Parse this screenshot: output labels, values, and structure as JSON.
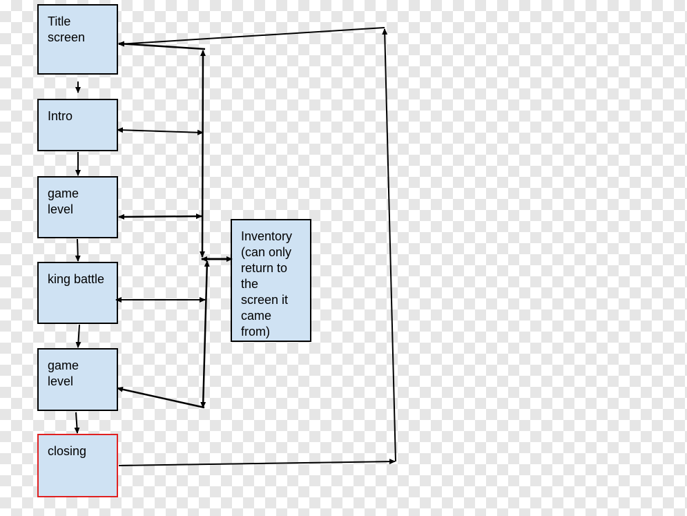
{
  "diagram": {
    "nodes": [
      {
        "id": "title",
        "label": "Title\nscreen"
      },
      {
        "id": "intro",
        "label": "Intro"
      },
      {
        "id": "level1",
        "label": "game\nlevel"
      },
      {
        "id": "king",
        "label": "king battle"
      },
      {
        "id": "level2",
        "label": "game\nlevel"
      },
      {
        "id": "closing",
        "label": "closing"
      },
      {
        "id": "inventory",
        "label": "Inventory\n(can only\nreturn to\nthe\nscreen it\ncame\nfrom)"
      }
    ],
    "edges": [
      {
        "from": "title",
        "to": "intro",
        "type": "directed"
      },
      {
        "from": "intro",
        "to": "level1",
        "type": "directed"
      },
      {
        "from": "level1",
        "to": "king",
        "type": "directed"
      },
      {
        "from": "king",
        "to": "level2",
        "type": "directed"
      },
      {
        "from": "level2",
        "to": "closing",
        "type": "directed"
      },
      {
        "from": "title",
        "to": "inventory",
        "type": "bidirectional"
      },
      {
        "from": "intro",
        "to": "inventory",
        "type": "bidirectional"
      },
      {
        "from": "level1",
        "to": "inventory",
        "type": "bidirectional"
      },
      {
        "from": "king",
        "to": "inventory",
        "type": "bidirectional"
      },
      {
        "from": "level2",
        "to": "inventory",
        "type": "bidirectional"
      },
      {
        "from": "closing",
        "to": "title",
        "type": "directed"
      }
    ],
    "colors": {
      "box_fill": "#cfe2f3",
      "box_border": "#000000",
      "closing_border": "#e02020",
      "line": "#000000"
    }
  }
}
